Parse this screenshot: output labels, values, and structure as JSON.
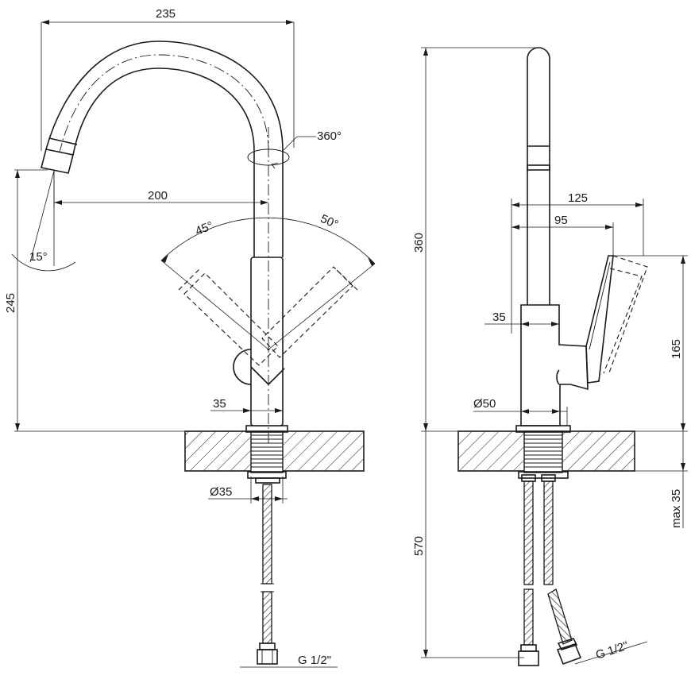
{
  "labels": {
    "width_total": "235",
    "rotation": "360°",
    "spout_reach": "200",
    "angle_left": "45°",
    "angle_right": "50°",
    "spout_tilt": "15°",
    "height_spout": "245",
    "body_width": "35",
    "hole_diameter": "Ø35",
    "thread_left": "G 1/2\"",
    "height_total": "360",
    "handle_reach": "125",
    "handle_offset": "95",
    "side_body": "35",
    "handle_height": "165",
    "base_diameter": "Ø50",
    "max_thickness": "max 35",
    "hose_length": "570",
    "thread_right": "G 1/2\""
  }
}
